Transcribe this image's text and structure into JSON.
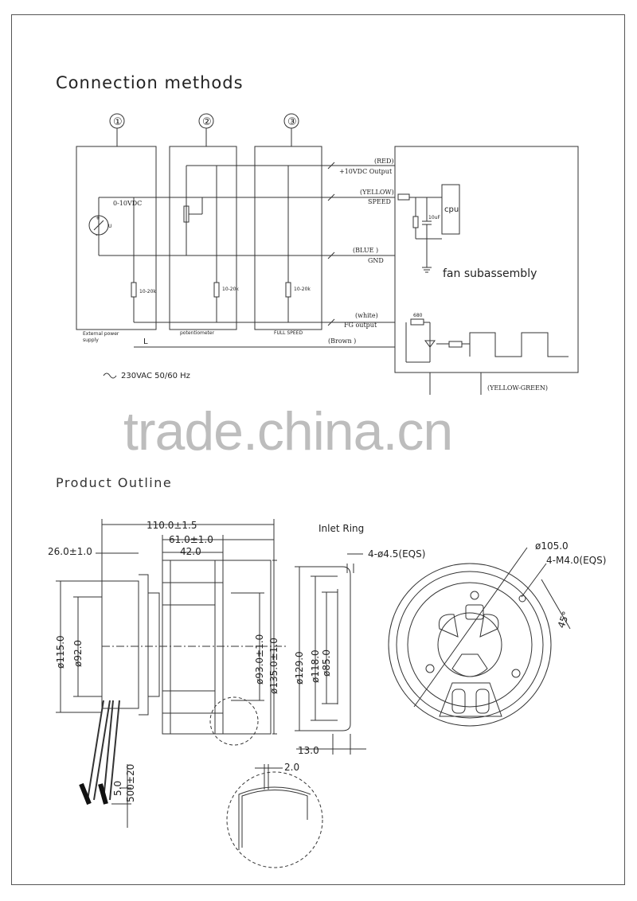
{
  "titles": {
    "connection": "Connection methods",
    "outline": "Product Outline",
    "watermark": "trade.china.cn"
  },
  "methods": [
    "①",
    "②",
    "③"
  ],
  "boxes": {
    "ext_power": "External power",
    "ext_supply": "supply",
    "pot": "potentiometer",
    "full": "FULL SPEED",
    "range": "0-10VDC",
    "res": "10-20k",
    "u_plus": "+",
    "u_minus": "-",
    "u_label": "U"
  },
  "wires": {
    "red": "(RED)",
    "out10": "+10VDC Output",
    "yellow": "(YELLOW)",
    "speed": "SPEED",
    "blue": "(BLUE )",
    "gnd": "GND",
    "white": "(white)",
    "fg": "FG output",
    "brown": "(Brown )",
    "yg": "(YELLOW-GREEN)",
    "L": "L",
    "ac": "230VAC 50/60 Hz"
  },
  "fan": {
    "label": "fan subassembly",
    "cpu": "cpu",
    "cap": "10uF",
    "r680": "680"
  },
  "dims": {
    "d110": "110.0±1.5",
    "d61": "61.0±1.0",
    "d42": "42.0",
    "d26": "26.0±1.0",
    "d115": "ø115.0",
    "d92": "ø92.0",
    "d93": "ø93.0±1.0",
    "d135": "ø135.0±1.0",
    "d5": "5.0",
    "d500": "500±20",
    "inlet": "Inlet Ring",
    "holes": "4-ø4.5(EQS)",
    "d129": "ø129.0",
    "d118": "ø118.0",
    "d85": "ø85.0",
    "d13": "13.0",
    "d105": "ø105.0",
    "m4": "4-M4.0(EQS)",
    "a45": "45°",
    "d2": "2.0"
  }
}
